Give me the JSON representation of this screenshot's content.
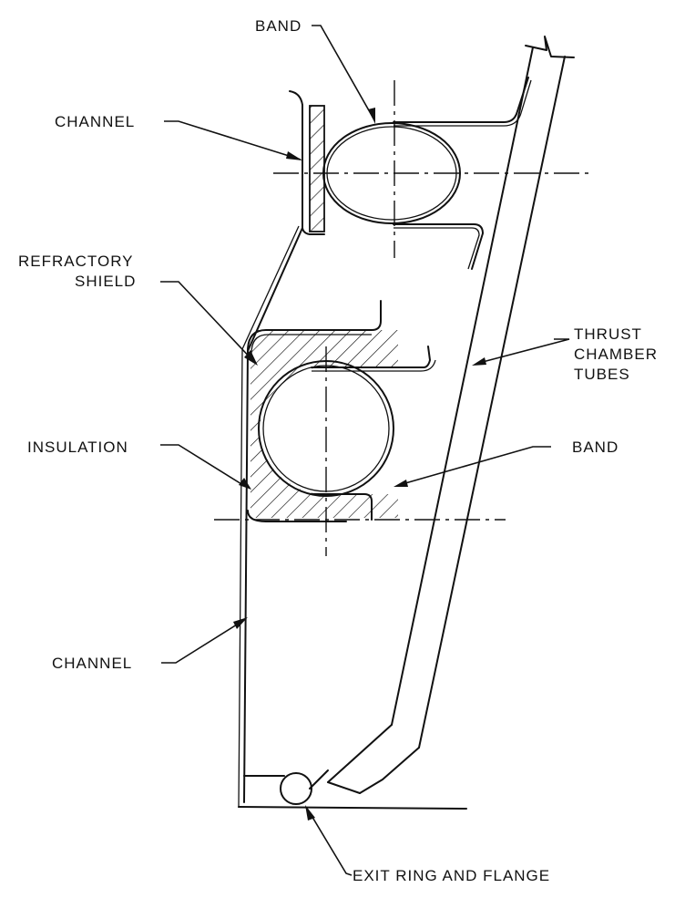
{
  "diagram": {
    "subject": "Thrust chamber exit section cross-section",
    "colors": {
      "ink": "#111111",
      "background": "#ffffff"
    },
    "labels": {
      "band_top": "BAND",
      "channel_top": "CHANNEL",
      "refractory_shield_line1": "REFRACTORY",
      "refractory_shield_line2": "SHIELD",
      "thrust_chamber_line1": "THRUST",
      "thrust_chamber_line2": "CHAMBER",
      "thrust_chamber_line3": "TUBES",
      "insulation": "INSULATION",
      "band_bottom": "BAND",
      "channel_bottom": "CHANNEL",
      "exit_ring": "EXIT RING AND FLANGE"
    }
  }
}
